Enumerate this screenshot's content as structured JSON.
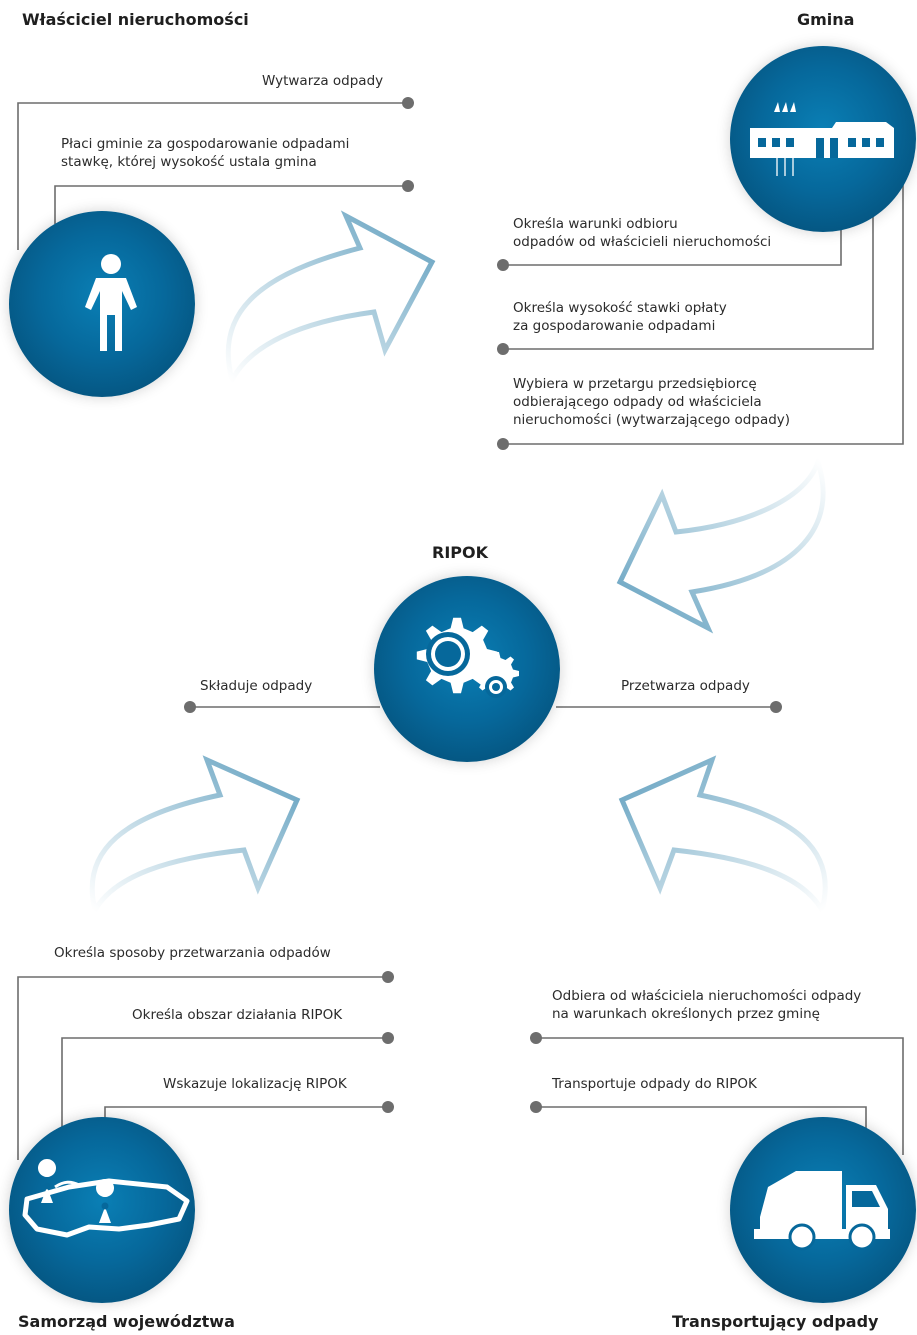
{
  "actors": {
    "owner": {
      "title": "Właściciel nieruchomości",
      "icon": "person-icon",
      "actions": [
        "Wytwarza odpady",
        "Płaci gminie za gospodarowanie odpadami",
        "stawkę, której wysokość ustala gmina"
      ]
    },
    "commune": {
      "title": "Gmina",
      "icon": "factory-icon",
      "actions": [
        "Określa warunki odbioru",
        "odpadów od właścicieli nieruchomości",
        "Określa wysokość stawki opłaty",
        "za gospodarowanie odpadami",
        "Wybiera w przetargu przedsiębiorcę",
        "odbierającego odpady od właściciela",
        "nieruchomości (wytwarzającego odpady)"
      ]
    },
    "ripok": {
      "title": "RIPOK",
      "icon": "gears-icon",
      "left_action": "Składuje odpady",
      "right_action": "Przetwarza odpady"
    },
    "voivodeship": {
      "title": "Samorząd województwa",
      "icon": "map-icon",
      "actions": [
        "Określa sposoby przetwarzania odpadów",
        "Określa obszar działania RIPOK",
        "Wskazuje lokalizację RIPOK"
      ]
    },
    "transporter": {
      "title": "Transportujący odpady",
      "icon": "truck-icon",
      "actions": [
        "Odbiera od właściciela nieruchomości odpady",
        "na warunkach określonych przez gminę",
        "Transportuje odpady do RIPOK"
      ]
    }
  },
  "colors": {
    "circle": "#06689b",
    "line": "#6d6d6d",
    "arrow": "#6fa9c4"
  }
}
